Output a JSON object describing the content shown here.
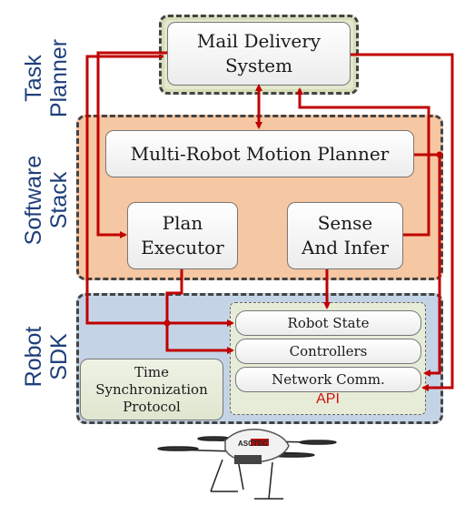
{
  "layers": {
    "task_planner": [
      "Task",
      "Planner"
    ],
    "software_stack": [
      "Software",
      "Stack"
    ],
    "robot_sdk": [
      "Robot",
      "SDK"
    ]
  },
  "nodes": {
    "mail_delivery": [
      "Mail Delivery",
      "System"
    ],
    "motion_planner": "Multi-Robot Motion Planner",
    "plan_executor": [
      "Plan",
      "Executor"
    ],
    "sense_infer": [
      "Sense",
      "And Infer"
    ],
    "robot_state": "Robot State",
    "controllers": "Controllers",
    "network_comm": "Network Comm.",
    "time_sync": [
      "Time",
      "Synchronization",
      "Protocol"
    ]
  },
  "api_label": "API",
  "drone": {
    "logo_text": "ASCTEC"
  },
  "colors": {
    "arrow": "#c00000",
    "label": "#1f3f7a",
    "api_label": "#d01010"
  }
}
